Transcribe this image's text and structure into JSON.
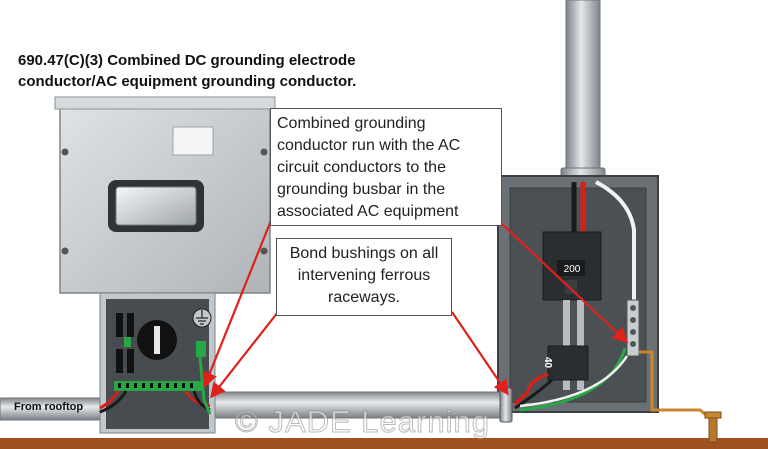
{
  "title_line1": "690.47(C)(3) Combined DC grounding electrode",
  "title_line2": "conductor/AC equipment grounding conductor.",
  "callout_grounding": "Combined grounding conductor run with the AC circuit conductors to the grounding busbar in the associated AC equipment",
  "callout_bushings": "Bond bushings on all intervening ferrous raceways.",
  "label_from_rooftop": "From rooftop",
  "watermark": "© JADE Learning",
  "panel_main_breaker": "200",
  "branch_breaker": "40",
  "inverter_label_plate": "",
  "colors": {
    "arrow_red": "#e0211b",
    "enclosure_gray": "#c9ced1",
    "panel_dark": "#555a5e",
    "ground_bar_brown": "#a0521e",
    "conductor_green": "#27a844",
    "conductor_red": "#d6201a"
  }
}
